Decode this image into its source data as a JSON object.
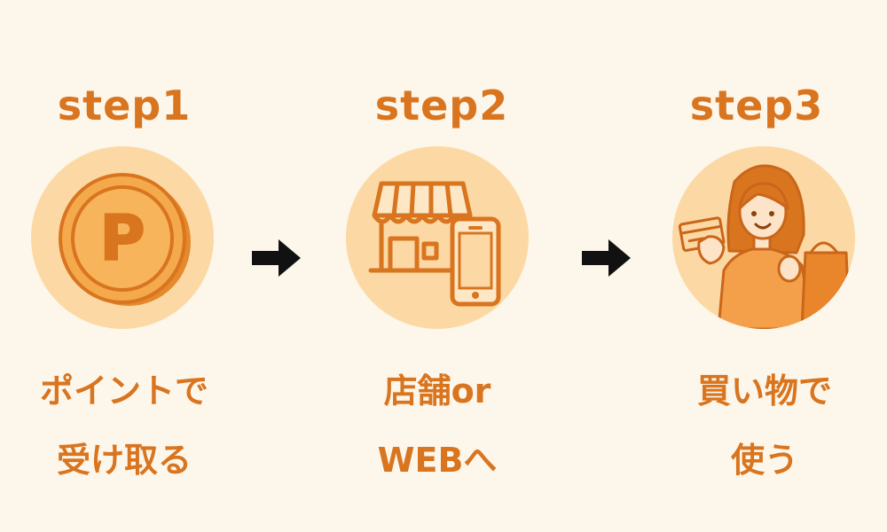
{
  "colors": {
    "background": "#fdf6ea",
    "accent": "#d9741f",
    "circle": "#fcd9a4",
    "arrow": "#111111"
  },
  "steps": [
    {
      "title": "step1",
      "icon": "point-coin-icon",
      "coin_letter": "P",
      "caption_lines": [
        "ポイントで",
        "受け取る"
      ]
    },
    {
      "title": "step2",
      "icon": "store-and-smartphone-icon",
      "caption_lines": [
        "店舗or",
        "WEBへ"
      ]
    },
    {
      "title": "step3",
      "icon": "woman-shopping-with-card-icon",
      "caption_lines": [
        "買い物で",
        "使う"
      ]
    }
  ],
  "arrows": [
    "right-arrow-icon",
    "right-arrow-icon"
  ]
}
